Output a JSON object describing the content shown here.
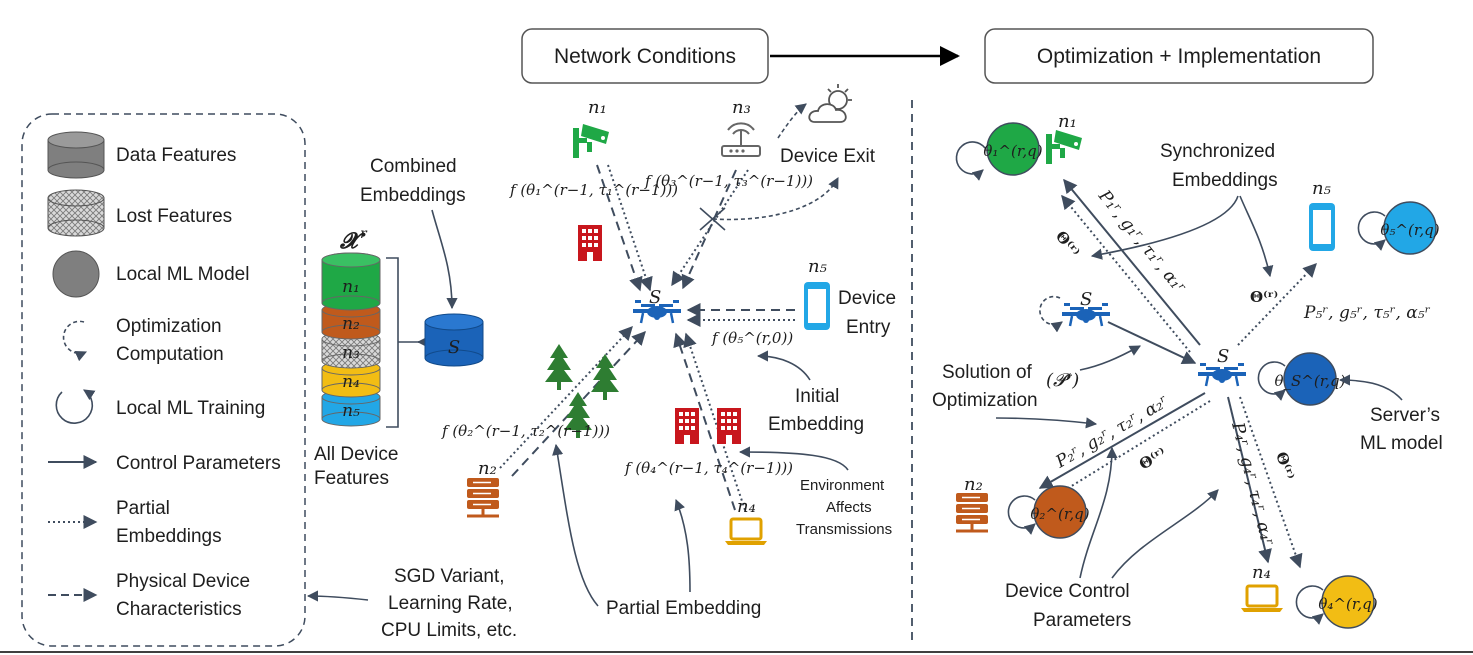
{
  "colors": {
    "green": "#1fa846",
    "red": "#c8161d",
    "blue": "#1b63b8",
    "lightblue": "#22a7e6",
    "orange": "#c05a1c",
    "yellow": "#f2bd14",
    "tree": "#2e7d32",
    "line": "#3f4c5e"
  },
  "header": {
    "network_conditions": "Network Conditions",
    "optimization_implementation": "Optimization + Implementation"
  },
  "legend": {
    "data_features": "Data Features",
    "lost_features": "Lost Features",
    "local_ml_model": "Local ML Model",
    "optimization_computation_1": "Optimization",
    "optimization_computation_2": "Computation",
    "local_ml_training": "Local ML Training",
    "control_parameters": "Control Parameters",
    "partial_embeddings_1": "Partial",
    "partial_embeddings_2": "Embeddings",
    "physical_device_1": "Physical Device",
    "physical_device_2": "Characteristics"
  },
  "features": {
    "x_symbol": "𝓧",
    "x_sup": "r",
    "layers": [
      {
        "label": "n₁",
        "color": "#1fa846"
      },
      {
        "label": "n₂",
        "color": "#c05a1c"
      },
      {
        "label": "n₃",
        "color": "#cfcfcf"
      },
      {
        "label": "n₄",
        "color": "#f2bd14"
      },
      {
        "label": "n₅",
        "color": "#22a7e6"
      }
    ],
    "server_label": "S",
    "all_device_1": "All Device",
    "all_device_2": "Features",
    "combined_1": "Combined",
    "combined_2": "Embeddings"
  },
  "network": {
    "n1": "n₁",
    "n2": "n₂",
    "n3": "n₃",
    "n4": "n₄",
    "n5": "n₅",
    "server": "S",
    "f1": "f (θ₁^(r−1, τ₁^(r−1)))",
    "f3": "f (θ₃^(r−1, τ₃^(r−1)))",
    "f5": "f (θ₅^(r,0))",
    "f2": "f (θ₂^(r−1, τ₂^(r−1)))",
    "f4": "f (θ₄^(r−1, τ₄^(r−1)))",
    "device_exit": "Device Exit",
    "device_entry_1": "Device",
    "device_entry_2": "Entry",
    "initial_emb_1": "Initial",
    "initial_emb_2": "Embedding",
    "env_1": "Environment",
    "env_2": "Affects",
    "env_3": "Transmissions",
    "sgd_1": "SGD Variant,",
    "sgd_2": "Learning Rate,",
    "sgd_3": "CPU Limits, etc.",
    "partial_embedding": "Partial Embedding"
  },
  "optimization": {
    "n1": "n₁",
    "n2": "n₂",
    "n4": "n₄",
    "n5": "n₅",
    "s_top": "S",
    "s_center": "S",
    "theta1": "θ₁^(r,q)",
    "theta2": "θ₂^(r,q)",
    "theta4": "θ₄^(r,q)",
    "theta5": "θ₅^(r,q)",
    "thetaS": "θ_S^(r,q)",
    "params1": "P₁ʳ, g₁ʳ, τ₁ʳ, α₁ʳ",
    "params5": "P₅ʳ, g₅ʳ, τ₅ʳ, α₅ʳ",
    "params2": "P₂ʳ, g₂ʳ, τ₂ʳ, α₂ʳ",
    "params4": "P₄ʳ, g₄ʳ, τ₄ʳ, α₄ʳ",
    "Theta": "Θ⁽ʳ⁾",
    "sync_1": "Synchronized",
    "sync_2": "Embeddings",
    "solution_1": "Solution of",
    "solution_2": "Optimization",
    "problem": "(𝓟ʳ)",
    "server_ml_1": "Server’s",
    "server_ml_2": "ML model",
    "control_1": "Device Control",
    "control_2": "Parameters"
  }
}
